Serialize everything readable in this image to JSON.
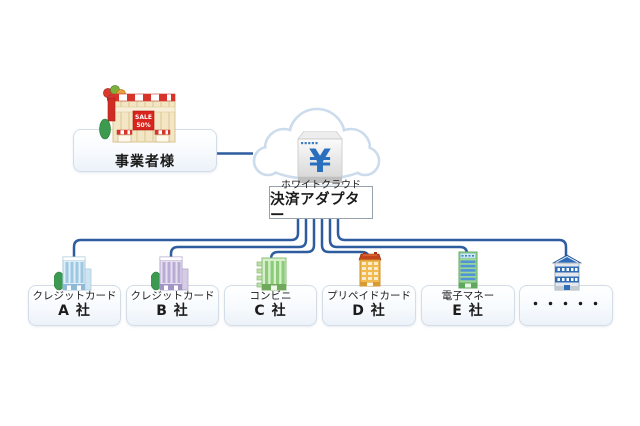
{
  "merchant": {
    "label": "事業者様",
    "icon": "storefront-icon",
    "sign_line1": "SALE",
    "sign_line2": "50%"
  },
  "cloud": {
    "icon": "cloud-icon",
    "server_icon": "yen-server-icon",
    "yen_symbol": "¥",
    "label_line1": "ホワイトクラウド",
    "label_line2": "決済アダプター"
  },
  "providers": [
    {
      "icon": "office-building-blue-icon",
      "line1": "クレジットカード",
      "line2": "A 社"
    },
    {
      "icon": "office-building-purple-icon",
      "line1": "クレジットカード",
      "line2": "B 社"
    },
    {
      "icon": "office-building-green-icon",
      "line1": "コンビニ",
      "line2": "C 社"
    },
    {
      "icon": "tower-building-orange-icon",
      "line1": "プリペイドカード",
      "line2": "D 社"
    },
    {
      "icon": "tower-building-teal-icon",
      "line1": "電子マネー",
      "line2": "E 社"
    },
    {
      "icon": "bank-building-blue-icon",
      "line1": "",
      "line2": "・・・・・"
    }
  ],
  "colors": {
    "connector": "#2d5d9f",
    "box_border": "#d4dde7",
    "adapter_border": "#97a1ab",
    "yen_blue": "#2a6fbe",
    "cloud_outline": "#ccdcec"
  }
}
